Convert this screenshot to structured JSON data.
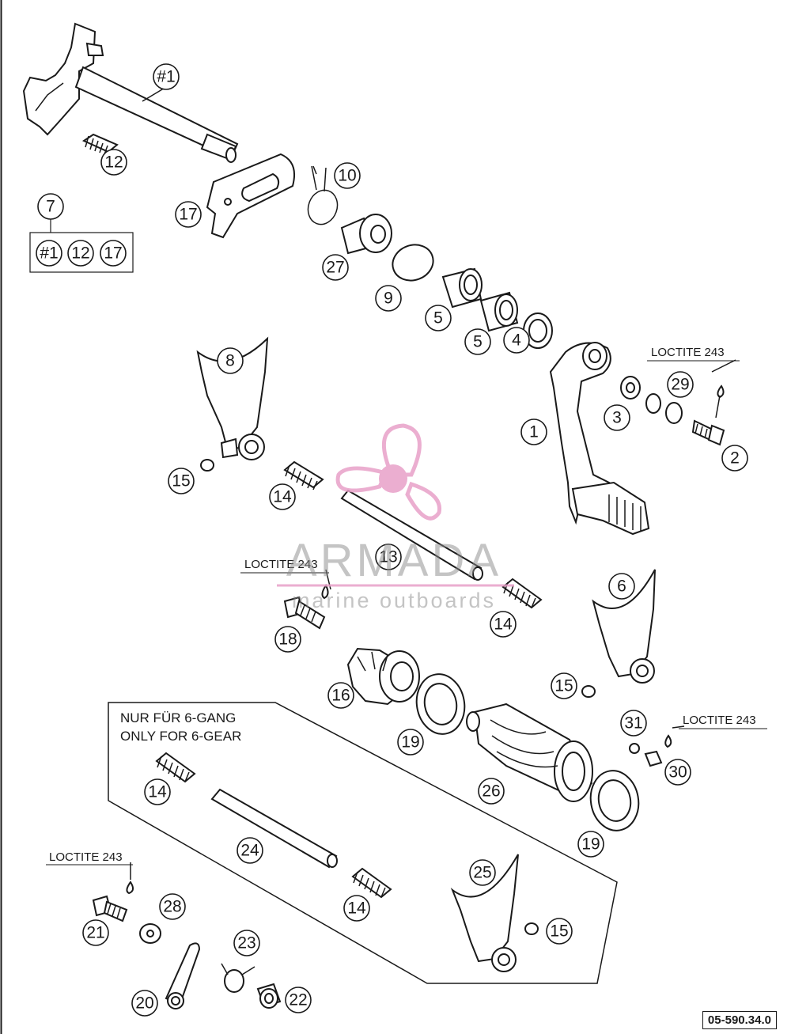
{
  "callouts": {
    "c_h1_top": "#1",
    "c_12_top": "12",
    "c_7": "7",
    "c_kit_h1": "#1",
    "c_kit_12": "12",
    "c_kit_17": "17",
    "c_17": "17",
    "c_10": "10",
    "c_27": "27",
    "c_9": "9",
    "c_5a": "5",
    "c_5b": "5",
    "c_4": "4",
    "c_8": "8",
    "c_15a": "15",
    "c_14a": "14",
    "c_13": "13",
    "c_1": "1",
    "c_3": "3",
    "c_29": "29",
    "c_2": "2",
    "c_18": "18",
    "c_16": "16",
    "c_14b": "14",
    "c_6": "6",
    "c_15b": "15",
    "c_19a": "19",
    "c_26": "26",
    "c_31": "31",
    "c_30": "30",
    "c_19b": "19",
    "c_14c": "14",
    "c_24": "24",
    "c_14d": "14",
    "c_25": "25",
    "c_15c": "15",
    "c_21": "21",
    "c_28": "28",
    "c_23": "23",
    "c_20": "20",
    "c_22": "22"
  },
  "loctite": {
    "l1": "LOCTITE 243",
    "l2": "LOCTITE 243",
    "l3": "LOCTITE 243",
    "l4": "LOCTITE 243"
  },
  "note": {
    "line1": "NUR FÜR 6-GANG",
    "line2": "ONLY FOR 6-GEAR"
  },
  "watermark": {
    "brand": "ARMADA",
    "tagline": "marine outboards",
    "color": "#e8a0c8"
  },
  "drawing_code": "05-590.34.0"
}
